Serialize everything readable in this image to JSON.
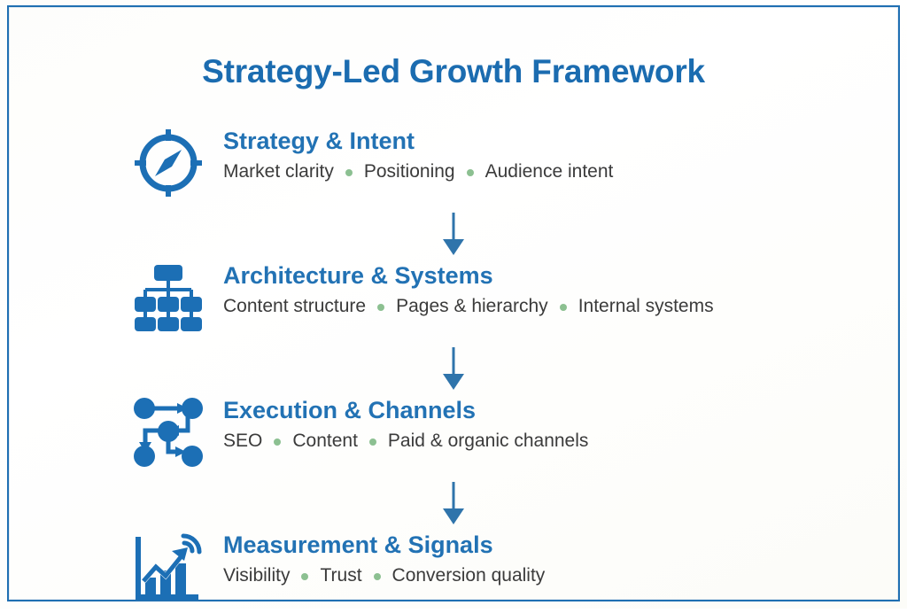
{
  "title": "Strategy-Led Growth Framework",
  "theme": {
    "title_color": "#1b6cb0",
    "heading_color": "#2272b4",
    "subtitle_color": "#3b3b3b",
    "bullet_color": "#8cc091",
    "icon_color": "#1c6fb5",
    "border_color": "#1f6fb2",
    "background_color": "#fdfdfb"
  },
  "stages": [
    {
      "icon": "compass-icon",
      "heading": "Strategy & Intent",
      "items": [
        "Market clarity",
        "Positioning",
        "Audience intent"
      ]
    },
    {
      "icon": "hierarchy-icon",
      "heading": "Architecture & Systems",
      "items": [
        "Content structure",
        "Pages & hierarchy",
        "Internal systems"
      ]
    },
    {
      "icon": "network-flow-icon",
      "heading": "Execution & Channels",
      "items": [
        "SEO",
        "Content",
        "Paid & organic channels"
      ]
    },
    {
      "icon": "growth-signal-icon",
      "heading": "Measurement & Signals",
      "items": [
        "Visibility",
        "Trust",
        "Conversion quality"
      ]
    }
  ],
  "connectors": [
    {
      "direction": "down-arrow"
    },
    {
      "direction": "down-arrow"
    },
    {
      "direction": "down-arrow"
    }
  ]
}
